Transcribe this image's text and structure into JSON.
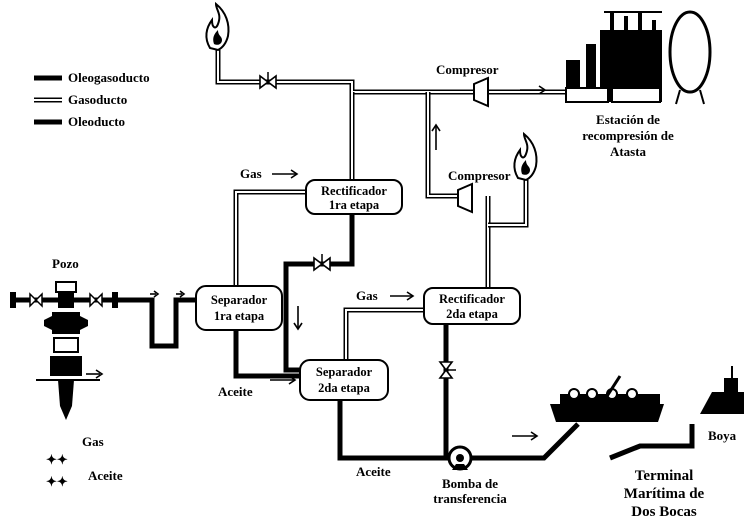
{
  "legend": {
    "oleogasoducto": "Oleogasoducto",
    "gasoducto": "Gasoducto",
    "oleoducto": "Oleoducto"
  },
  "labels": {
    "pozo": "Pozo",
    "gas_pozo": "Gas",
    "aceite_pozo": "Aceite",
    "gas_1": "Gas",
    "gas_2": "Gas",
    "aceite_1": "Aceite",
    "aceite_2": "Aceite",
    "compresor_1": "Compresor",
    "compresor_2": "Compresor",
    "boya": "Boya"
  },
  "boxes": {
    "rect1": [
      "Rectificador",
      "1ra etapa"
    ],
    "sep1": [
      "Separador",
      "1ra etapa"
    ],
    "sep2": [
      "Separador",
      "2da etapa"
    ],
    "rect2": [
      "Rectificador",
      "2da etapa"
    ]
  },
  "stations": {
    "atasta": [
      "Estación de",
      "recompresión de",
      "Atasta"
    ],
    "bomba": [
      "Bomba de",
      "transferencia"
    ],
    "terminal": [
      "Terminal",
      "Marítima de",
      "Dos Bocas"
    ]
  },
  "colors": {
    "line": "#000000",
    "background": "#ffffff"
  }
}
